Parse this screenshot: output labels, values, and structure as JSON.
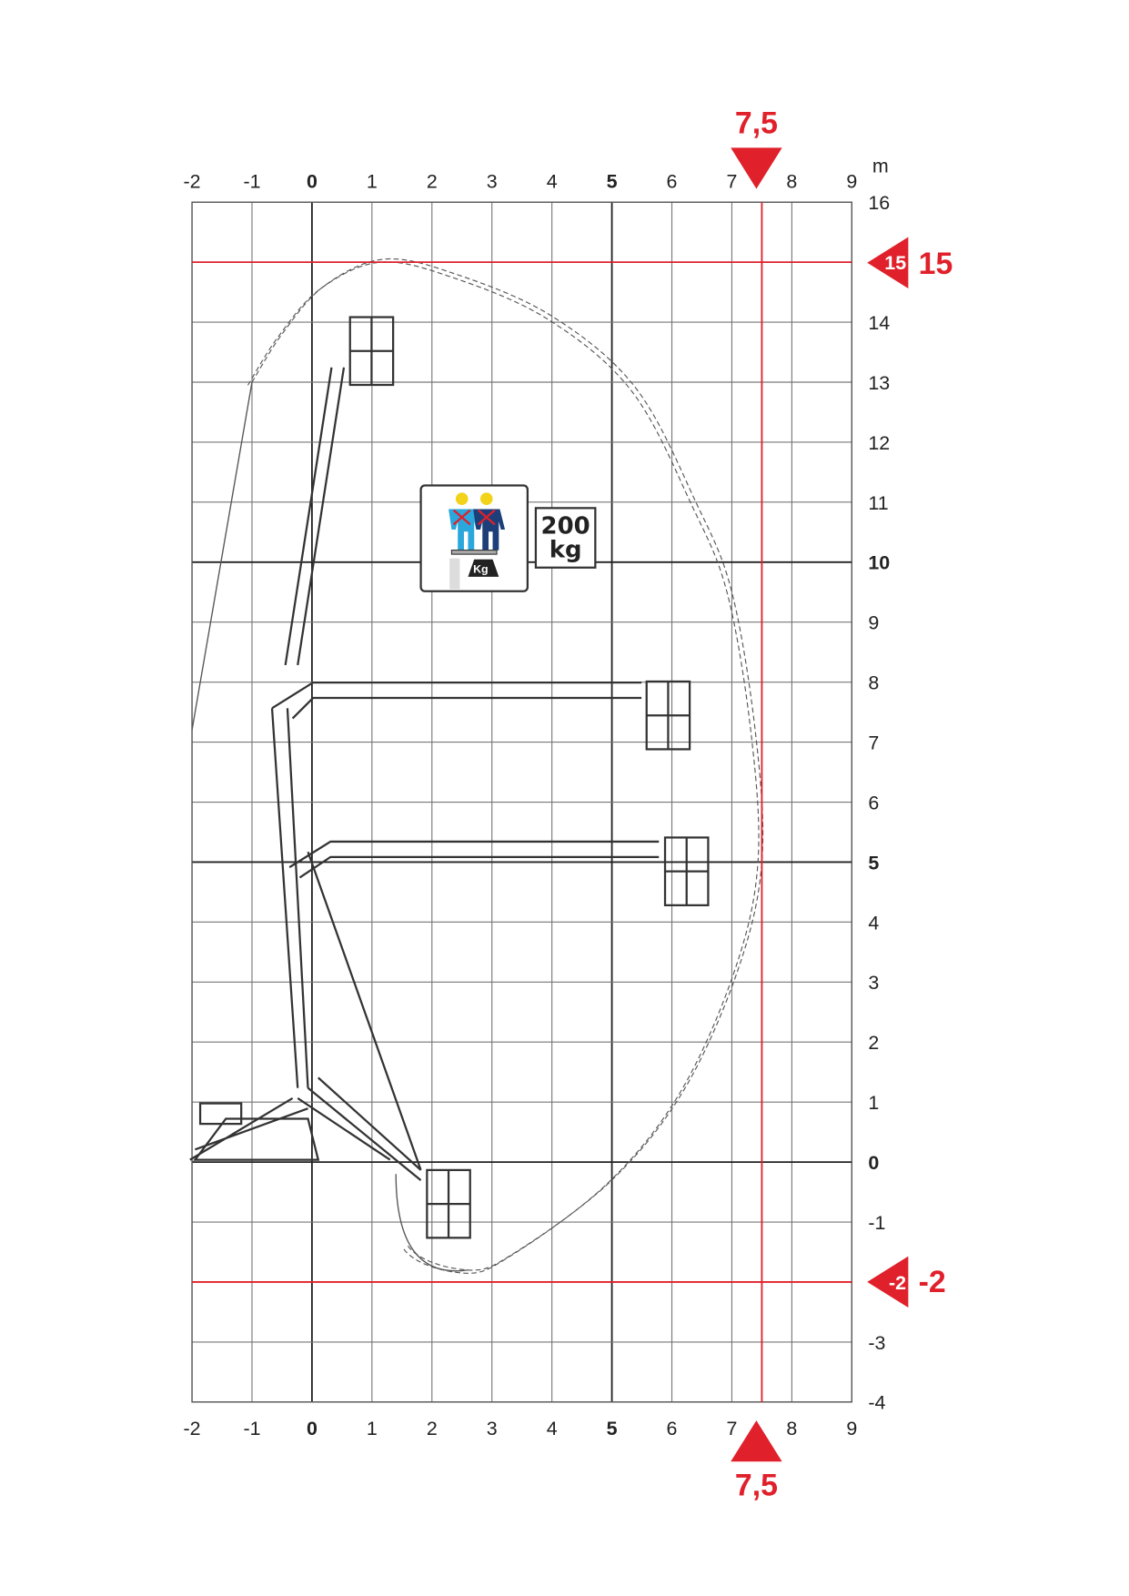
{
  "chart_data": {
    "type": "working-range-diagram",
    "unit_label": "m",
    "x_ticks": [
      "-2",
      "-1",
      "0",
      "1",
      "2",
      "3",
      "4",
      "5",
      "6",
      "7",
      "8",
      "9"
    ],
    "y_ticks": [
      "16",
      "15",
      "14",
      "13",
      "12",
      "11",
      "10",
      "9",
      "8",
      "7",
      "6",
      "5",
      "4",
      "3",
      "2",
      "1",
      "0",
      "-1",
      "-2",
      "-3",
      "-4"
    ],
    "xlim": [
      -2,
      9
    ],
    "ylim": [
      -4,
      16
    ],
    "bold_ticks": [
      0,
      5,
      10
    ],
    "markers": {
      "max_outreach": {
        "value": 7.5,
        "label": "7,5"
      },
      "max_height": {
        "value": 15,
        "label": "15"
      },
      "max_depth": {
        "value": -2,
        "label": "-2"
      }
    },
    "envelope": [
      [
        1.4,
        -0.2
      ],
      [
        1.6,
        -1.4
      ],
      [
        2.6,
        -1.8
      ],
      [
        3.4,
        -1.5
      ],
      [
        5,
        -0.3
      ],
      [
        6.2,
        1.2
      ],
      [
        7.1,
        3.2
      ],
      [
        7.5,
        5.0
      ],
      [
        7.4,
        7.1
      ],
      [
        7.0,
        9.5
      ],
      [
        6.4,
        11.0
      ],
      [
        5.4,
        12.9
      ],
      [
        4.0,
        14.1
      ],
      [
        2.4,
        14.8
      ],
      [
        1.2,
        15.05
      ],
      [
        0.2,
        14.6
      ],
      [
        -0.5,
        13.8
      ],
      [
        -1.0,
        13.0
      ]
    ],
    "capacity": {
      "value": "200",
      "unit": "kg",
      "icon_label": "Kg"
    }
  },
  "colors": {
    "accent": "#e0202a",
    "grid": "#444444",
    "worker1": "#2aa7dc",
    "worker2": "#1c3f7a",
    "helmet": "#f3d21a"
  }
}
